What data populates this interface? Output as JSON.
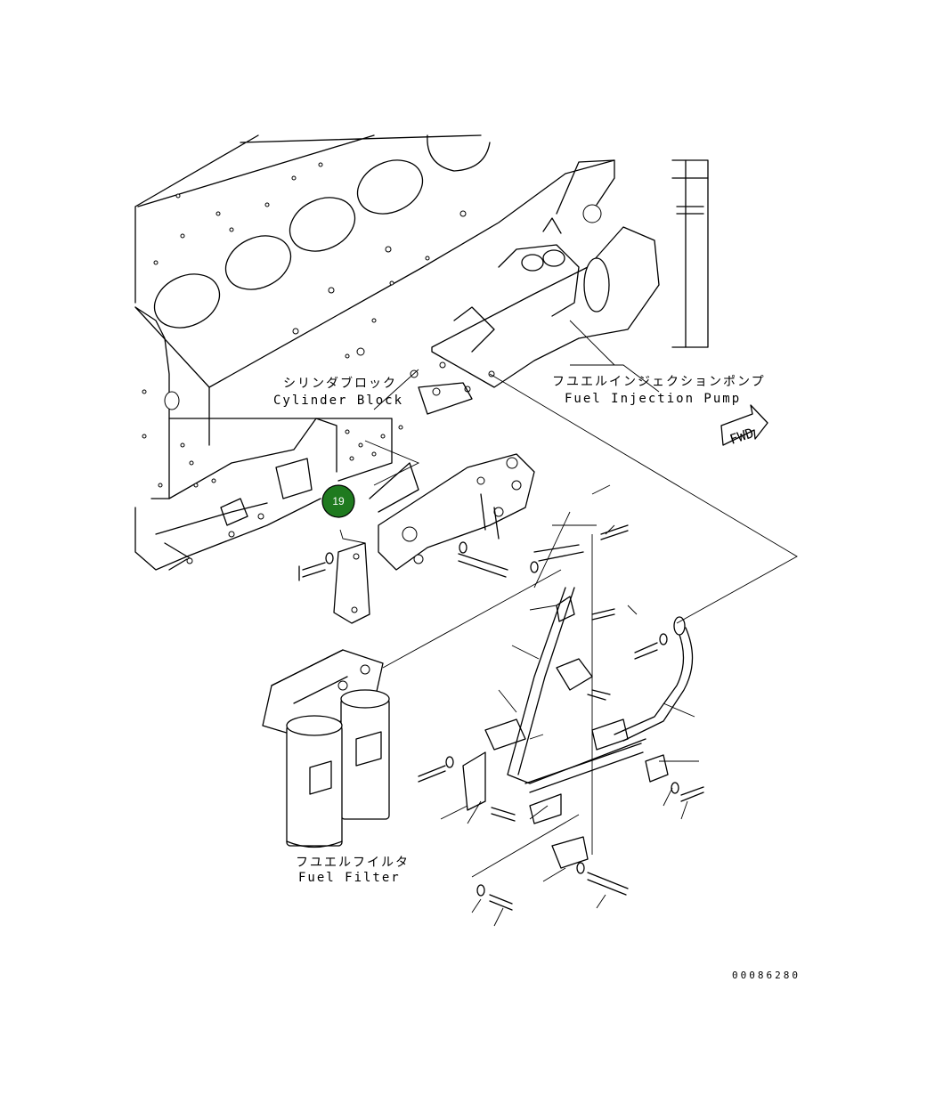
{
  "labels": {
    "cylinder_block_jp": "シリンダブロック",
    "cylinder_block_en": "Cylinder Block",
    "injection_pump_jp": "フユエルインジェクションポンプ",
    "injection_pump_en": "Fuel Injection Pump",
    "fuel_filter_jp": "フユエルフイルタ",
    "fuel_filter_en": "Fuel Filter"
  },
  "fwd_label": "FWD",
  "callout": {
    "number": "19",
    "color": "#1f7a1f"
  },
  "drawing_id": "00086280"
}
